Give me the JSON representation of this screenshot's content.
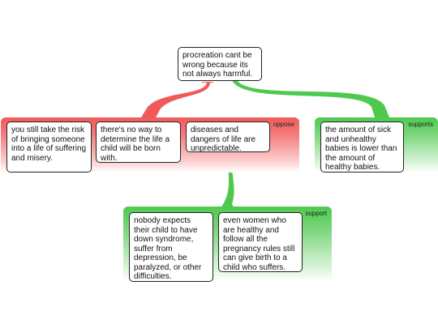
{
  "root": {
    "text": "procreation cant be wrong because its not always harmful."
  },
  "groups": {
    "oppose": {
      "label": "oppose",
      "color": "#f05a5a",
      "items": [
        {
          "text": "you still take the risk of bringing someone into a life of suffering and misery."
        },
        {
          "text": "there's no way to determine the life a child will be born with."
        },
        {
          "text": "diseases and dangers of life are unpredictable."
        }
      ]
    },
    "supports": {
      "label": "supports",
      "color": "#4ec94e",
      "items": [
        {
          "text": "the amount of sick and unhealthy babies is lower than the amount of healthy babies."
        }
      ]
    },
    "support": {
      "label": "support",
      "color": "#4ec94e",
      "items": [
        {
          "text": "nobody expects their child to have down syndrome, suffer from depression, be paralyzed, or other difficulties."
        },
        {
          "text": "even women who are healthy and follow all the pregnancy rules still can give birth to a child who suffers."
        }
      ]
    }
  }
}
